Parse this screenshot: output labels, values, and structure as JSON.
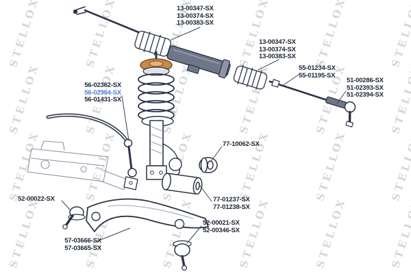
{
  "watermark": {
    "text": "STELLOX"
  },
  "colors": {
    "label": "#1c2433",
    "highlight": "#4e7fd8",
    "watermark": "#d4d5d8",
    "linework": "#2b3344",
    "strut_mount": "#c98a45"
  },
  "labels": {
    "rack_boot_left": [
      "13-00347-SX",
      "13-00374-SX",
      "13-00383-SX"
    ],
    "rack_boot_right": [
      "13-00347-SX",
      "13-00374-SX",
      "13-00383-SX"
    ],
    "inner_tie_rod": [
      "55-01234-SX",
      "55-01195-SX"
    ],
    "outer_tie_rod_end": [
      "51-00286-SX",
      "51-02393-SX",
      "51-02394-SX"
    ],
    "stabilizer_link": [
      "56-02362-SX",
      "56-02354-SX",
      "56-01431-SX"
    ],
    "arm_bushing_small": [
      "77-10062-SX"
    ],
    "ball_joint_left": [
      "52-00022-SX"
    ],
    "control_arm_bushing": [
      "77-01237-SX",
      "77-01238-SX"
    ],
    "ball_joint_lower": [
      "52-00021-SX",
      "52-00346-SX"
    ],
    "control_arm": [
      "57-03666-SX",
      "57-03665-SX"
    ]
  }
}
